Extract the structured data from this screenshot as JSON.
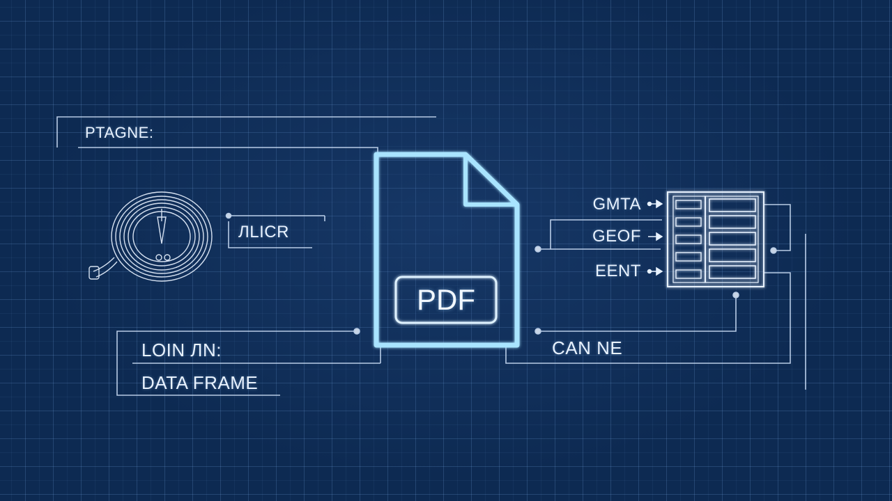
{
  "labels": {
    "top_left": "PTAGNE:",
    "mid_left": "ЛLICR",
    "bottom_left_1": "LOIN ЛN:",
    "bottom_left_2": "DATA FRAME",
    "right_1": "GMTA",
    "right_2": "GEOF",
    "right_3": "EENT",
    "bottom_right": "CAN NE"
  },
  "document": {
    "badge": "PDF"
  },
  "colors": {
    "background": "#0d2a52",
    "line": "#d6e8ff",
    "document_outline": "#a9e4ff"
  },
  "icons": [
    "cable-coil-icon",
    "pdf-document-icon",
    "data-table-icon"
  ]
}
